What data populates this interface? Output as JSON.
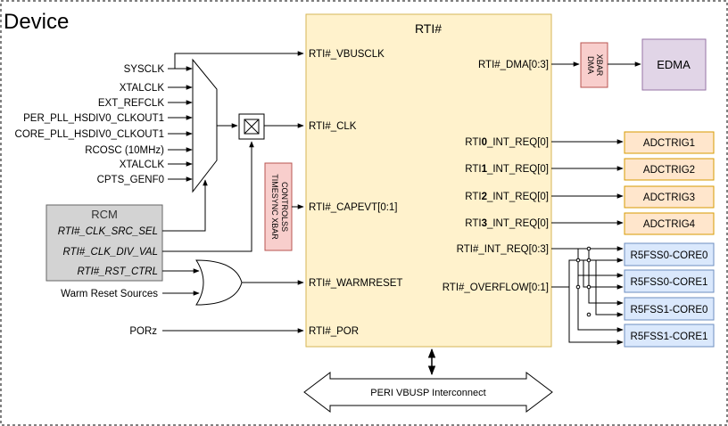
{
  "device_label": "Device",
  "rti": {
    "title": "RTI#",
    "ports_left": {
      "vbusclk": "RTI#_VBUSCLK",
      "clk": "RTI#_CLK",
      "capevt": "RTI#_CAPEVT[0:1]",
      "warmreset": "RTI#_WARMRESET",
      "por": "RTI#_POR"
    },
    "dma_port": "RTI#_DMA[0:3]",
    "int_req": [
      {
        "pre": "RTI",
        "num": "0",
        "post": "_INT_REQ[0]"
      },
      {
        "pre": "RTI",
        "num": "1",
        "post": "_INT_REQ[0]"
      },
      {
        "pre": "RTI",
        "num": "2",
        "post": "_INT_REQ[0]"
      },
      {
        "pre": "RTI",
        "num": "3",
        "post": "_INT_REQ[0]"
      }
    ],
    "int_req_all": "RTI#_INT_REQ[0:3]",
    "overflow": "RTI#_OVERFLOW[0:1]"
  },
  "clock_sources": [
    "SYSCLK",
    "XTALCLK",
    "EXT_REFCLK",
    "PER_PLL_HSDIV0_CLKOUT1",
    "CORE_PLL_HSDIV0_CLKOUT1",
    "RCOSC (10MHz)",
    "XTALCLK",
    "CPTS_GENF0"
  ],
  "rcm": {
    "title": "RCM",
    "signals": [
      "RTI#_CLK_SRC_SEL",
      "RTI#_CLK_DIV_VAL",
      "RTI#_RST_CTRL"
    ]
  },
  "warm_reset_sources": "Warm Reset Sources",
  "porz": "PORz",
  "dma_xbar": [
    "DMA",
    "XBAR"
  ],
  "edma": "EDMA",
  "timesync_xbar": [
    "CONTROLSS",
    "TIMESYNC XBAR"
  ],
  "adctrig": [
    "ADCTRIG1",
    "ADCTRIG2",
    "ADCTRIG3",
    "ADCTRIG4"
  ],
  "r5fss": [
    "R5FSS0-CORE0",
    "R5FSS0-CORE1",
    "R5FSS1-CORE0",
    "R5FSS1-CORE1"
  ],
  "interconnect": "PERI VBUSP Interconnect",
  "colors": {
    "rti_fill": "#fff2cc",
    "rti_stroke": "#d6b656",
    "xbar_fill": "#f8cecc",
    "xbar_stroke": "#b85450",
    "edma_fill": "#e1d5e7",
    "edma_stroke": "#9673a6",
    "adc_fill": "#ffe6cc",
    "adc_stroke": "#d79b00",
    "r5_fill": "#dae8fc",
    "r5_stroke": "#6c8ebf",
    "rcm_fill": "#d3d3d3",
    "rcm_stroke": "#666666"
  }
}
